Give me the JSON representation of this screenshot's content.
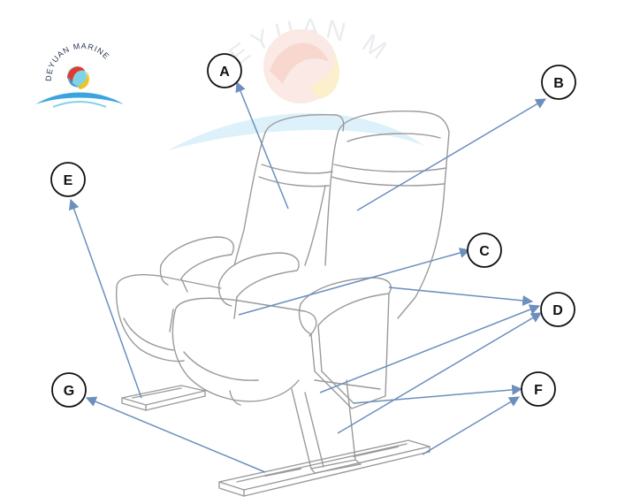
{
  "logo": {
    "text": "DEYUAN MARINE"
  },
  "watermark": {
    "text": "DEYUAN MARINE"
  },
  "callouts": [
    {
      "id": "a",
      "letter": "A"
    },
    {
      "id": "b",
      "letter": "B"
    },
    {
      "id": "c",
      "letter": "C"
    },
    {
      "id": "d",
      "letter": "D"
    },
    {
      "id": "e",
      "letter": "E"
    },
    {
      "id": "f",
      "letter": "F"
    },
    {
      "id": "g",
      "letter": "G"
    }
  ],
  "colors": {
    "arrow": "#6c8fbd",
    "outline": "#9a9a9a",
    "logo_blue": "#3ba4df",
    "logo_red": "#e23a2b",
    "logo_yellow": "#f4c21a",
    "logo_cyan": "#7fd3e8"
  }
}
